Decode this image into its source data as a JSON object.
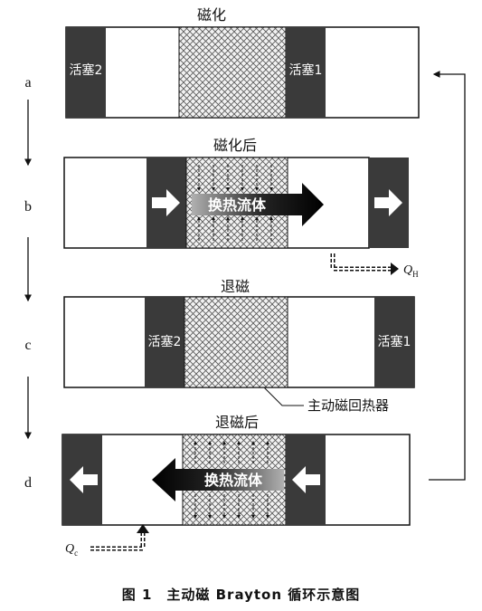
{
  "stages": [
    {
      "letter": "a",
      "title": "磁化",
      "left_piston": "活塞2",
      "right_piston": "活塞1"
    },
    {
      "letter": "b",
      "title": "磁化后",
      "flow_label": "换热流体",
      "heat_label": "Q",
      "heat_sub": "H"
    },
    {
      "letter": "c",
      "title": "退磁",
      "left_piston": "活塞2",
      "right_piston": "活塞1",
      "regenerator_label": "主动磁回热器"
    },
    {
      "letter": "d",
      "title": "退磁后",
      "flow_label": "换热流体",
      "heat_label": "Q",
      "heat_sub": "c"
    }
  ],
  "caption": "图 1　主动磁 Brayton 循环示意图",
  "colors": {
    "piston": "#3a3a3a",
    "line": "#111111",
    "background": "#ffffff"
  }
}
